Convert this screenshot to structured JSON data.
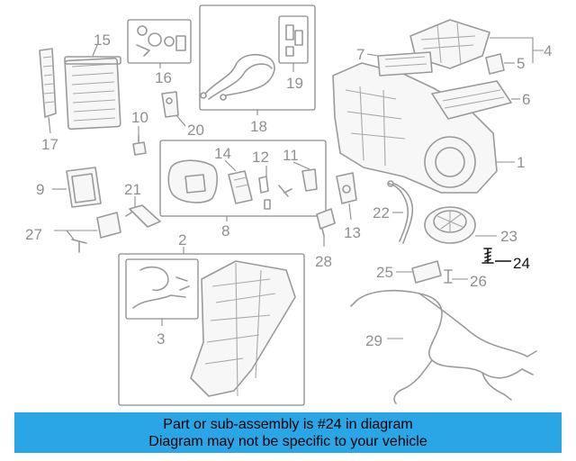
{
  "callouts": {
    "c1": "1",
    "c2": "2",
    "c3": "3",
    "c4": "4",
    "c5": "5",
    "c6": "6",
    "c7": "7",
    "c8": "8",
    "c9": "9",
    "c10": "10",
    "c11": "11",
    "c12": "12",
    "c13": "13",
    "c14": "14",
    "c15": "15",
    "c16": "16",
    "c17": "17",
    "c18": "18",
    "c19": "19",
    "c20": "20",
    "c21": "21",
    "c22": "22",
    "c23": "23",
    "c24": "24",
    "c25": "25",
    "c26": "26",
    "c27": "27",
    "c28": "28",
    "c29": "29"
  },
  "highlight_part": "24",
  "colors": {
    "banner_bg": "#2aa6e6",
    "highlight": "#111111",
    "part_stroke": "#9a9a9a"
  },
  "banner": {
    "line1": "Part or sub-assembly is #24 in diagram",
    "line2": "Diagram may not be specific to your vehicle"
  }
}
